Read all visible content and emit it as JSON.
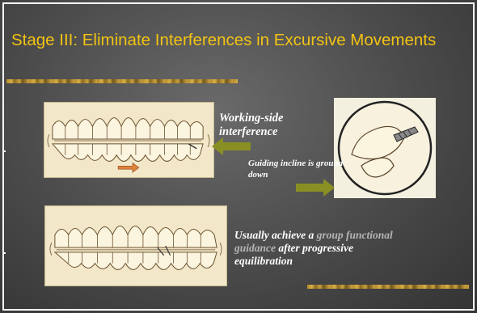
{
  "slide": {
    "title": "Stage III: Eliminate Interferences in Excursive Movements",
    "working_label": "Working-side interference",
    "guiding_label": "Guiding incline is ground down",
    "usually_prefix": "Usually achieve a",
    "usually_highlight": "group functional guidance",
    "usually_suffix": "after progressive equilibration"
  },
  "colors": {
    "title": "#f2c313",
    "arrow_olive": "#8a8f24",
    "arrow_orange": "#e0823a",
    "highlight_grey": "#b5b5b5"
  },
  "icons": {
    "working_arrow": "left-arrow-icon",
    "guiding_arrow": "right-arrow-icon"
  }
}
